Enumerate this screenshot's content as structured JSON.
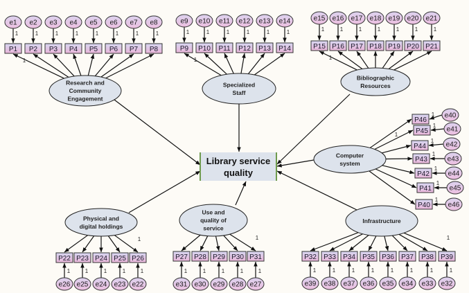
{
  "colors": {
    "background": "#fdfbf6",
    "error_fill": "#e7c6e4",
    "observed_fill_top": "#dcd9f0",
    "observed_fill_bottom": "#e9b9dc",
    "latent_fill": "#dde3ec",
    "dependent_fill": "#dde3ec",
    "dependent_side": "#7aa05a",
    "line": "#111111"
  },
  "dependent": {
    "label_line1": "Library service",
    "label_line2": "quality"
  },
  "fixed_loading_label": "1",
  "latents": [
    {
      "id": "rce",
      "lines": [
        "Research and",
        "Community",
        "Engagement"
      ],
      "items": [
        "P1",
        "P2",
        "P3",
        "P4",
        "P5",
        "P6",
        "P7",
        "P8"
      ],
      "errors": [
        "e1",
        "e2",
        "e3",
        "e4",
        "e5",
        "e6",
        "e7",
        "e8"
      ]
    },
    {
      "id": "ss",
      "lines": [
        "Specialized",
        "Staff"
      ],
      "items": [
        "P9",
        "P10",
        "P11",
        "P12",
        "P13",
        "P14"
      ],
      "errors": [
        "e9",
        "e10",
        "e11",
        "e12",
        "e13",
        "e14"
      ]
    },
    {
      "id": "br",
      "lines": [
        "Bibliographic",
        "Resources"
      ],
      "items": [
        "P15",
        "P16",
        "P17",
        "P18",
        "P19",
        "P20",
        "P21"
      ],
      "errors": [
        "e15",
        "e16",
        "e17",
        "e18",
        "e19",
        "e20",
        "e21"
      ]
    },
    {
      "id": "cs",
      "lines": [
        "Computer",
        "system"
      ],
      "items": [
        "P46",
        "P45",
        "P44",
        "P43",
        "P42",
        "P41",
        "P40"
      ],
      "errors": [
        "e40",
        "e41",
        "e42",
        "e43",
        "e44",
        "e45",
        "e46"
      ]
    },
    {
      "id": "pdh",
      "lines": [
        "Physical and",
        "digital holdings"
      ],
      "items": [
        "P22",
        "P23",
        "P24",
        "P25",
        "P26"
      ],
      "errors": [
        "e26",
        "e25",
        "e24",
        "e23",
        "e22"
      ]
    },
    {
      "id": "uqs",
      "lines": [
        "Use and",
        "quality of",
        "service"
      ],
      "items": [
        "P27",
        "P28",
        "P29",
        "P30",
        "P31"
      ],
      "errors": [
        "e31",
        "e30",
        "e29",
        "e28",
        "e27"
      ]
    },
    {
      "id": "inf",
      "lines": [
        "Infrastructure"
      ],
      "items": [
        "P32",
        "P33",
        "P34",
        "P35",
        "P36",
        "P37",
        "P38",
        "P39"
      ],
      "errors": [
        "e39",
        "e38",
        "e37",
        "e36",
        "e35",
        "e34",
        "e33",
        "e32"
      ]
    }
  ]
}
